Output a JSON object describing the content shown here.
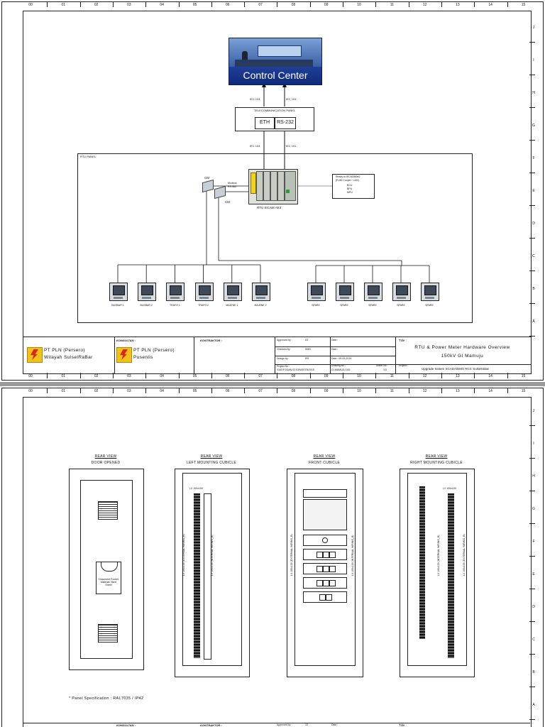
{
  "columns": [
    "00",
    "01",
    "02",
    "03",
    "04",
    "05",
    "06",
    "07",
    "08",
    "09",
    "10",
    "11",
    "12",
    "13",
    "14",
    "15"
  ],
  "rows": [
    "J",
    "I",
    "H",
    "G",
    "F",
    "E",
    "D",
    "C",
    "B",
    "A"
  ],
  "sheet1": {
    "control_center": {
      "label": "Control Center"
    },
    "links_top": {
      "left": "IEC 104",
      "right": "IEC 101"
    },
    "telecom_panel": {
      "title": "TELECOMMUNICATION PANEL",
      "port_eth": "ETH",
      "port_rs232": "RS-232"
    },
    "links_mid": {
      "left": "IEC 104",
      "right": "IEC 101"
    },
    "rtu_panel": {
      "title": "RTU PANEL",
      "rtu_label": "RTU SICAM AK3",
      "cm_top": "CM",
      "cm_bottom": "CM",
      "modbus": "Modbus",
      "rs485": "RS-485",
      "ready_box": {
        "line1": "Ready to IEC61850e2",
        "line2": "(RJ45 Cooper / LAN)",
        "line3": "BCU",
        "line4": "BPU",
        "line5": "MPU"
      }
    },
    "meters_left": [
      "BUSBAR 1",
      "BUSBAR 2",
      "TRAFO 1",
      "TRAFO 2",
      "MAJENE 1",
      "MAJENE 2"
    ],
    "meters_right": [
      "SPARE",
      "SPARE",
      "SPARE",
      "SPARE",
      "SPARE"
    ],
    "title_block": {
      "owner_line1": "PT PLN (Persero)",
      "owner_line2": "Wilayah SulselRaBar",
      "konsultan_label": "KONSULTAN :",
      "konsultan_line1": "PT PLN (Persero)",
      "konsultan_line2": "Pusenlis",
      "kontraktor_label": "KONTRAKTOR :",
      "approved_by_label": "Approved by :",
      "approved_by": "ZZ",
      "checked_by_label": "Checked by :",
      "checked_by": "SMN",
      "design_by_label": "Design by :",
      "design_by": "RR",
      "date_label": "Date :",
      "date_value": "Date : 09-04-2019",
      "project_no_label": "Project No :",
      "project_no": "0183.PJ/DAN.02.03/MSSTB/2015",
      "drawing_no_label": "Drawing No :",
      "drawing_no": "GI-MAMUJU-001",
      "sheet_no_label": "Sheet No :",
      "sheet_no": "1/3",
      "title_label": "Title :",
      "title_line1": "RTU & Power Meter Hardware Overview",
      "title_line2": "150kV GI Mamuju",
      "project_label": "Project :",
      "project": "Upgrade Sistem SCADA/EMS RCC Sulselrabar"
    }
  },
  "sheet2": {
    "views": [
      {
        "title": "REAR VIEW",
        "subtitle": "DOOR OPENED"
      },
      {
        "title": "REAR VIEW",
        "subtitle": "LEFT MOUNTING CUBICLE"
      },
      {
        "title": "REAR VIEW",
        "subtitle": "FRONT CUBICLE"
      },
      {
        "title": "REAR VIEW",
        "subtitle": "RIGHT MOUNTING CUBICLE"
      }
    ],
    "door_pocket": "Document Pocket Material: Steel Sheet",
    "lx_label": "LX 100x100",
    "duct_external": "LX 100x100 (EXTERNAL WIRING_B)",
    "duct_internal": "LX 100x100 (INTERNAL WIRING_B)",
    "panel_spec": "* Panel Specification : RAL7035 / IP42",
    "title_block_partial": {
      "konsultan_label": "KONSULTAN :",
      "kontraktor_label": "KONTRAKTOR :",
      "approved_by_label": "Approved by :",
      "approved_by": "ZZ",
      "date_label": "Date :",
      "title_label": "Title :"
    }
  }
}
